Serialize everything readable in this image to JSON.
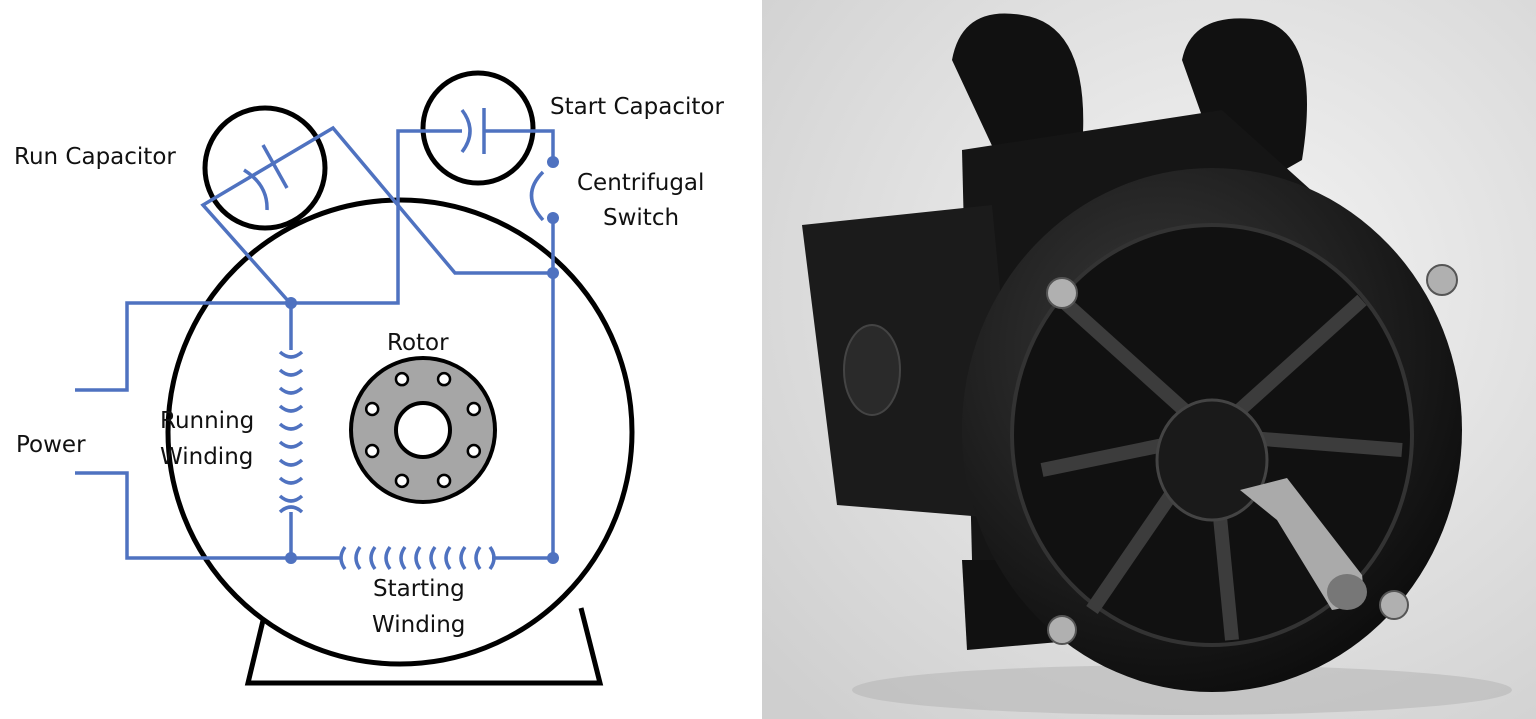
{
  "diagram": {
    "labels": {
      "run_capacitor": "Run Capacitor",
      "start_capacitor": "Start Capacitor",
      "centrifugal": "Centrifugal",
      "switch": "Switch",
      "rotor": "Rotor",
      "running": "Running",
      "running_winding": "Winding",
      "power": "Power",
      "starting": "Starting",
      "starting_winding": "Winding"
    },
    "colors": {
      "wire": "#4f72c0",
      "outline": "#000000",
      "rotor": "#a6a6a6"
    }
  },
  "photo": {
    "subject": "single-phase-motor-photo"
  }
}
